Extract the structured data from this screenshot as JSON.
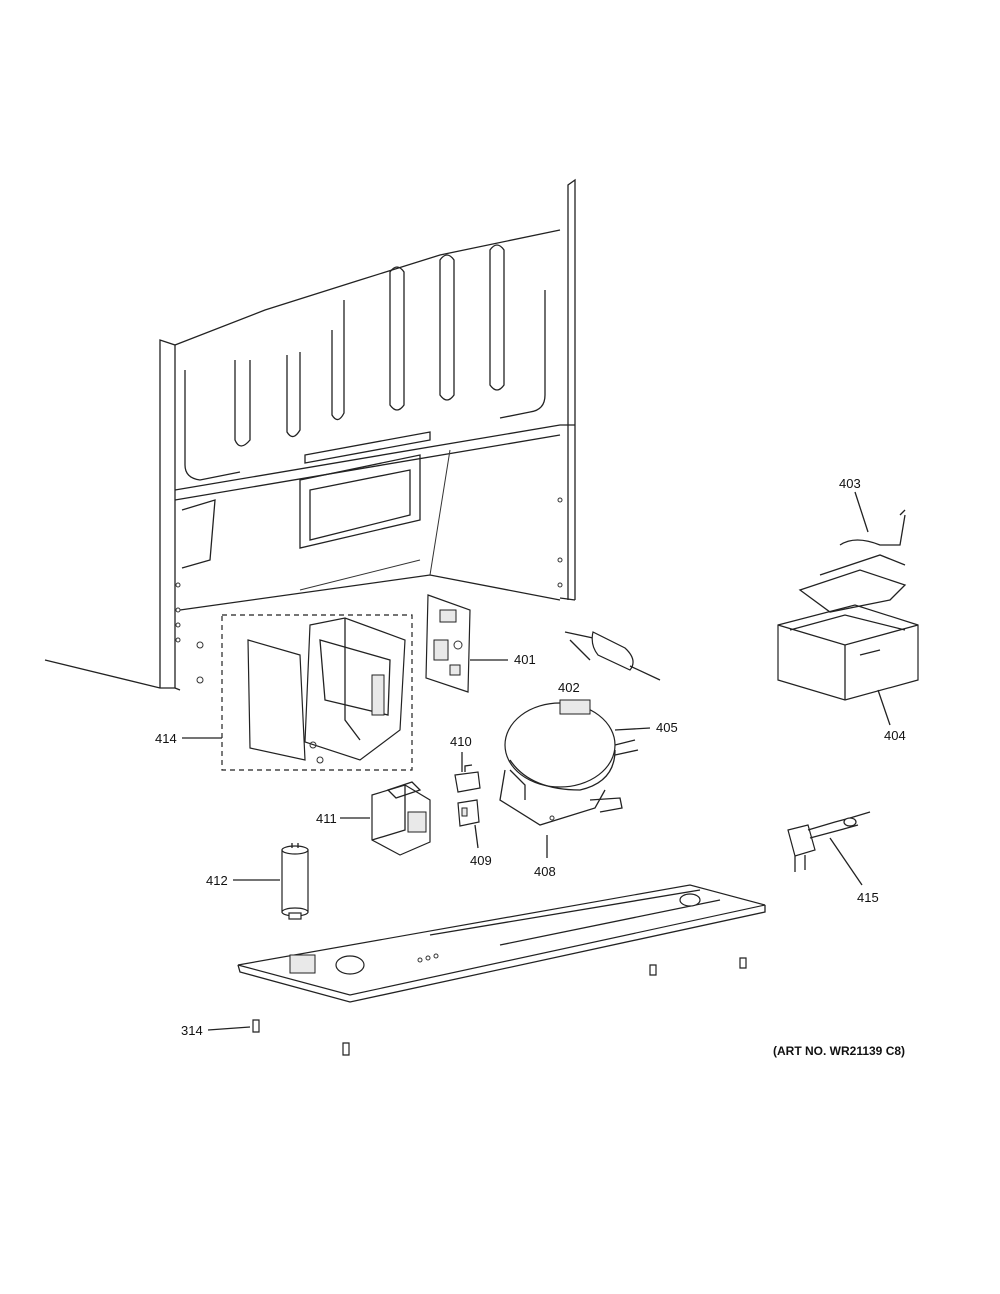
{
  "diagram": {
    "callouts": [
      {
        "id": "c401",
        "text": "401"
      },
      {
        "id": "c402",
        "text": "402"
      },
      {
        "id": "c403",
        "text": "403"
      },
      {
        "id": "c404",
        "text": "404"
      },
      {
        "id": "c405",
        "text": "405"
      },
      {
        "id": "c408",
        "text": "408"
      },
      {
        "id": "c409",
        "text": "409"
      },
      {
        "id": "c410",
        "text": "410"
      },
      {
        "id": "c411",
        "text": "411"
      },
      {
        "id": "c412",
        "text": "412"
      },
      {
        "id": "c414",
        "text": "414"
      },
      {
        "id": "c415",
        "text": "415"
      },
      {
        "id": "c314",
        "text": "314"
      }
    ],
    "art_number": "(ART NO. WR21139 C8)"
  }
}
